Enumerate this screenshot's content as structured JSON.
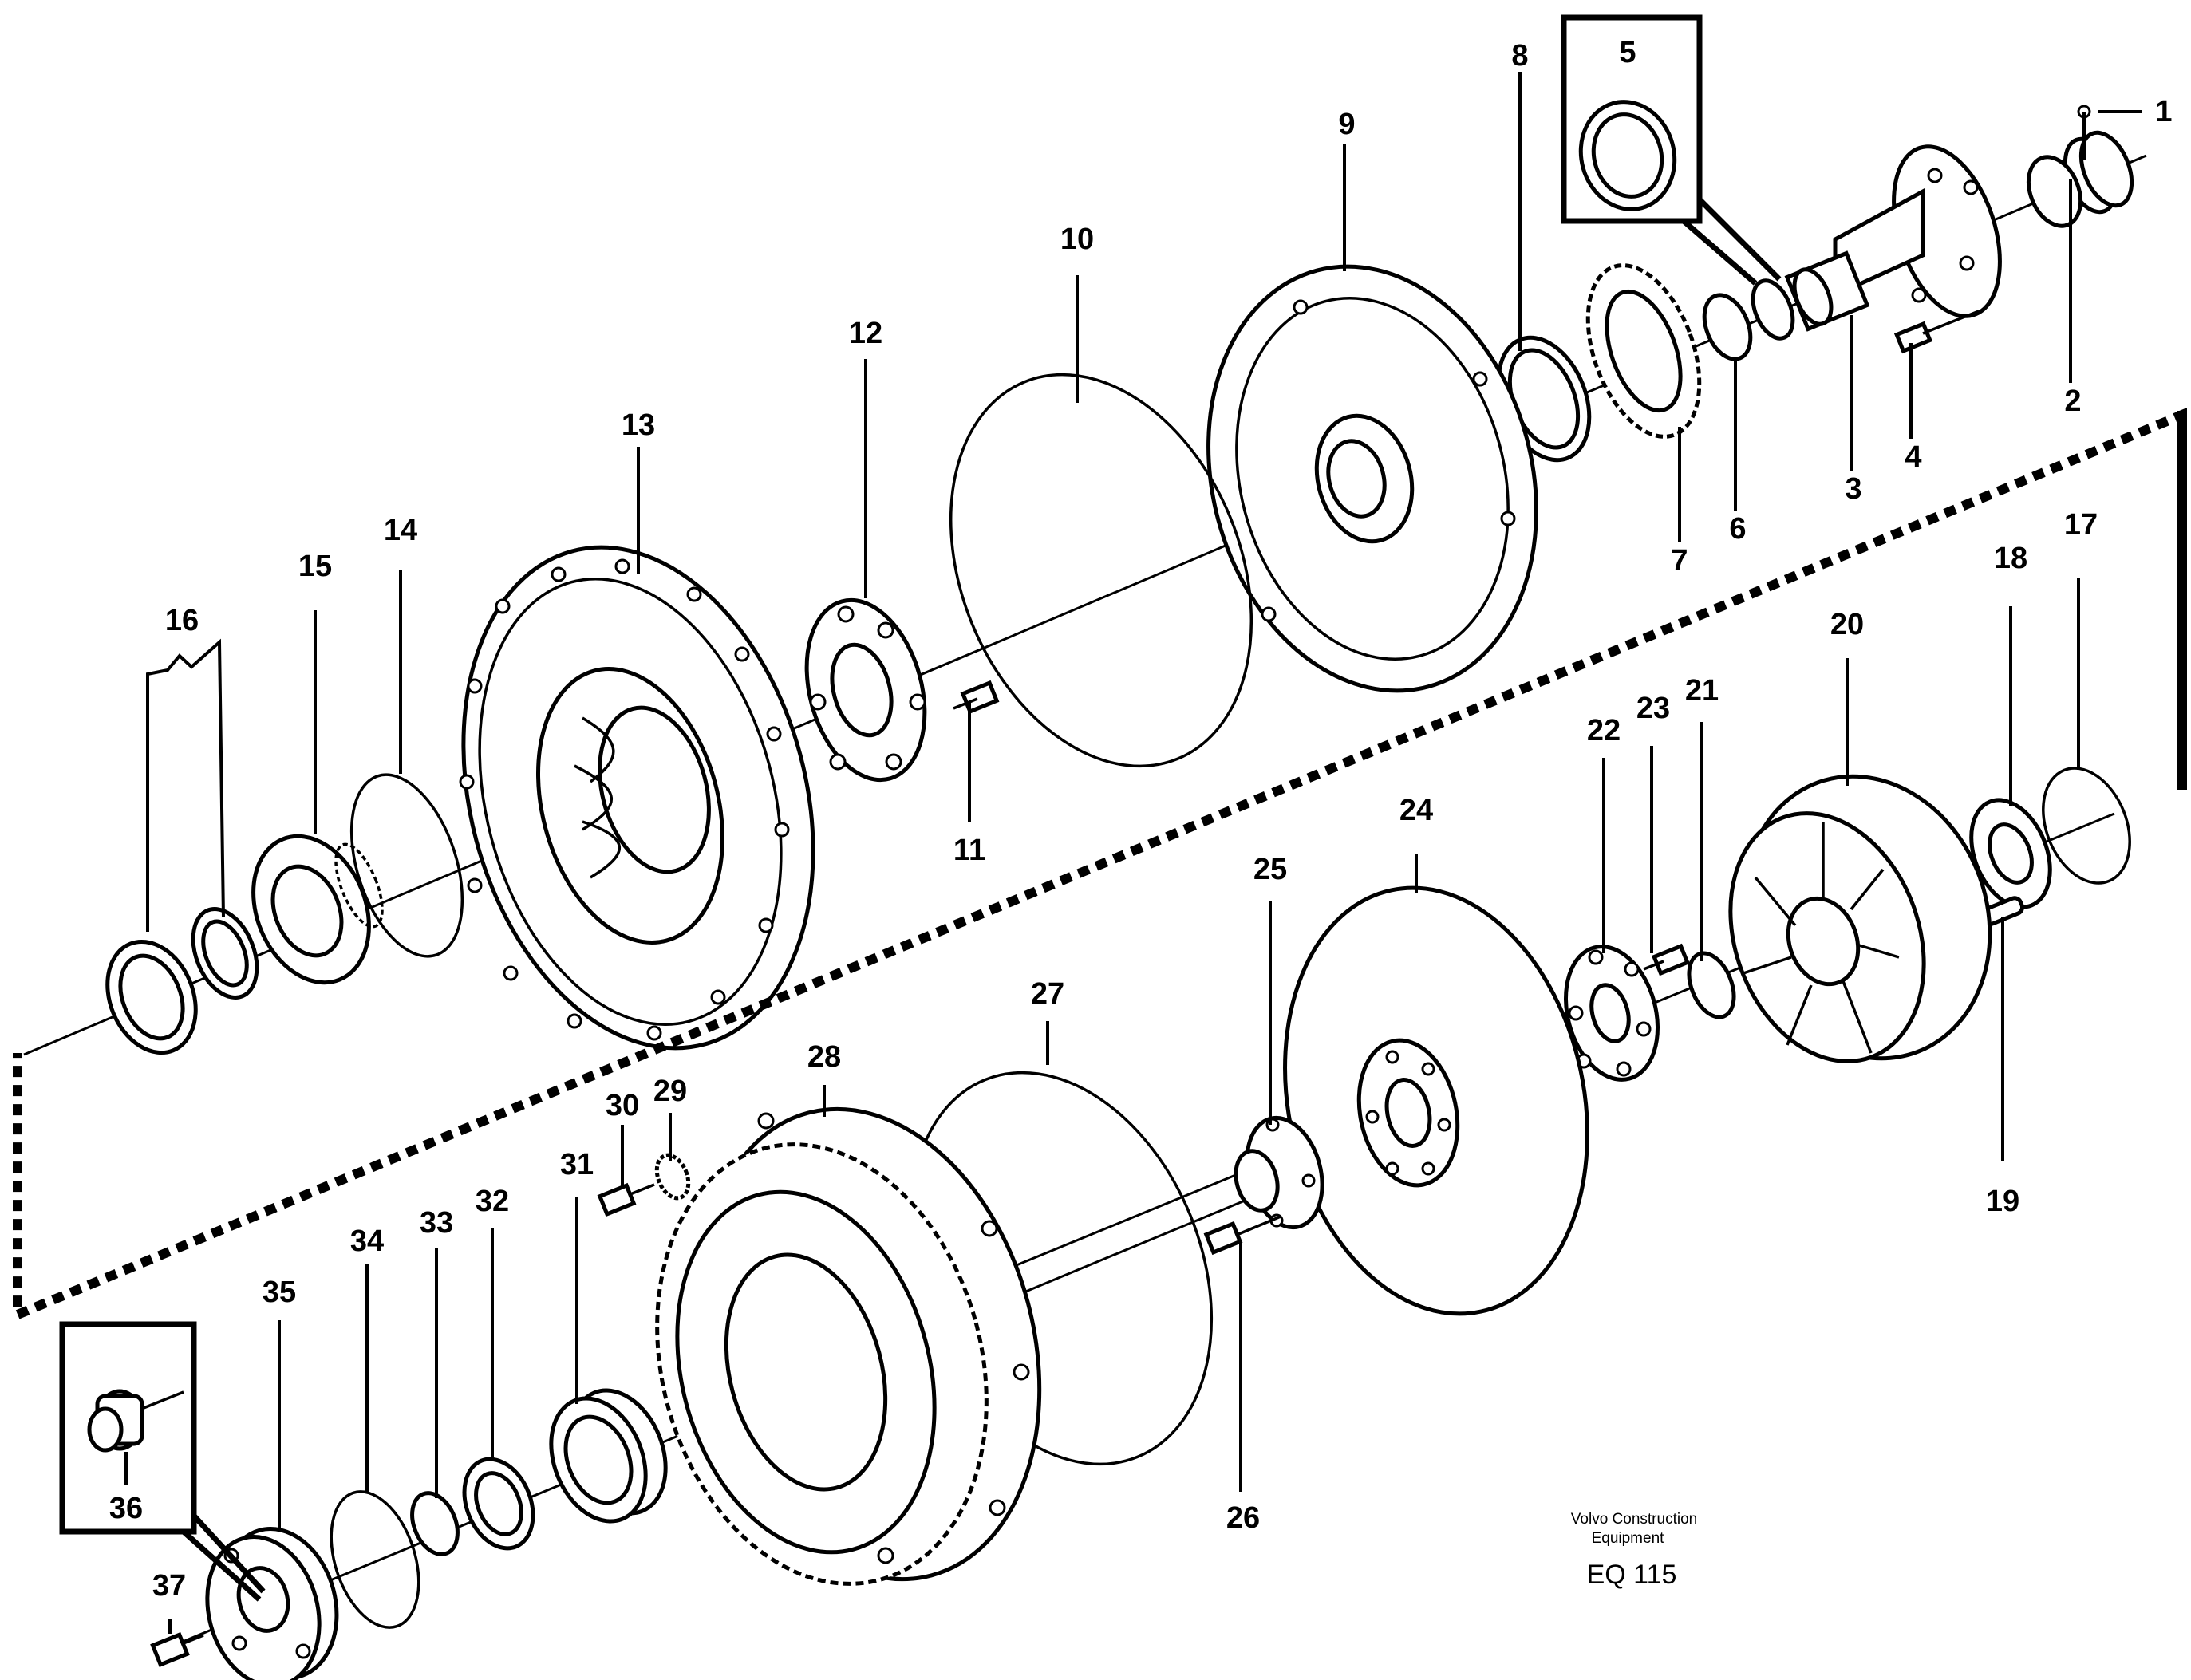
{
  "callouts": [
    "1",
    "2",
    "3",
    "4",
    "5",
    "6",
    "7",
    "8",
    "9",
    "10",
    "11",
    "12",
    "13",
    "14",
    "15",
    "16",
    "17",
    "18",
    "19",
    "20",
    "21",
    "22",
    "23",
    "24",
    "25",
    "26",
    "27",
    "28",
    "29",
    "30",
    "31",
    "32",
    "33",
    "34",
    "35",
    "36",
    "37"
  ],
  "footer": {
    "brand_line1": "Volvo Construction",
    "brand_line2": "Equipment",
    "code": "EQ 115"
  }
}
